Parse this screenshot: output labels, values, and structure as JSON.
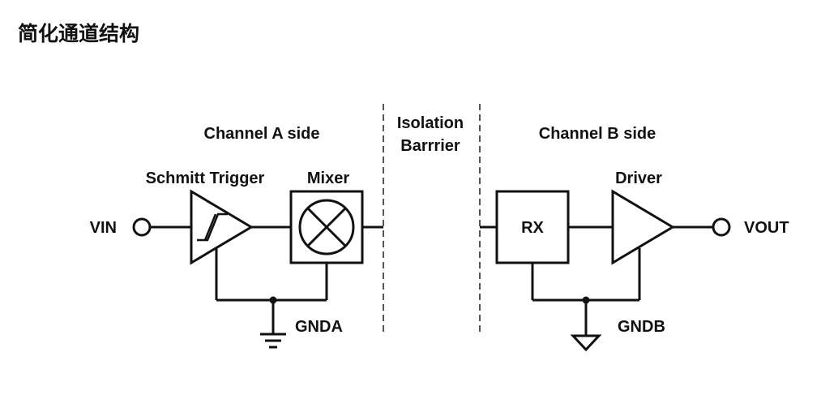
{
  "title": "简化通道结构",
  "diagram": {
    "channel_a_label": "Channel A side",
    "channel_b_label": "Channel B side",
    "isolation_line1": "Isolation",
    "isolation_line2": "Barrrier",
    "schmitt_label": "Schmitt Trigger",
    "mixer_label": "Mixer",
    "driver_label": "Driver",
    "rx_label": "RX",
    "vin_label": "VIN",
    "vout_label": "VOUT",
    "gnda_label": "GNDA",
    "gndb_label": "GNDB"
  }
}
